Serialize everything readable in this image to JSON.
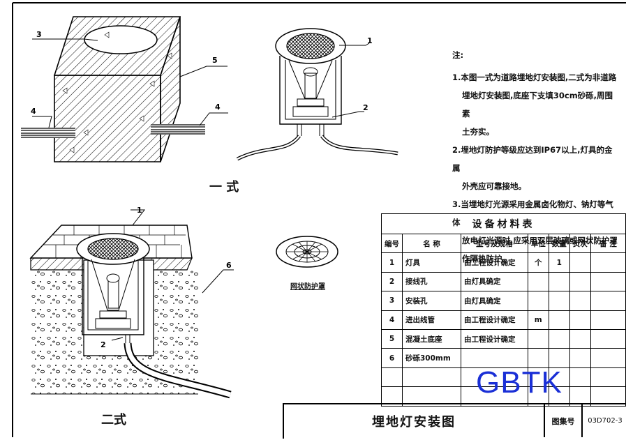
{
  "callouts": {
    "top": [
      "3",
      "5",
      "4",
      "4",
      "1",
      "2"
    ],
    "bottom": [
      "1",
      "6",
      "2"
    ]
  },
  "labels": {
    "type_one": "一 式",
    "type_two": "二式",
    "mesh_guard": "网状防护罩"
  },
  "notes": {
    "heading": "注:",
    "lines": [
      "1.本图一式为道路埋地灯安装图,二式为非道路",
      "埋地灯安装图,底座下支填30cm砂砾,周围素",
      "土夯实。",
      "2.埋地灯防护等级应达到IP67以上,灯具的金属",
      "外壳应可靠接地。",
      "3.当埋地灯光源采用金属卤化物灯、钠灯等气体",
      "放电灯光源时,应采用双层玻璃或网状防护罩",
      "作隔热防护。"
    ]
  },
  "table": {
    "title": "设备材料表",
    "headers": [
      "编号",
      "名 称",
      "型号及规格",
      "单位",
      "数量",
      "页次",
      "备 注"
    ],
    "rows": [
      [
        "1",
        "灯具",
        "由工程设计确定",
        "个",
        "1",
        "",
        ""
      ],
      [
        "2",
        "接线孔",
        "由灯具确定",
        "",
        "",
        "",
        ""
      ],
      [
        "3",
        "安装孔",
        "由灯具确定",
        "",
        "",
        "",
        ""
      ],
      [
        "4",
        "进出线管",
        "由工程设计确定",
        "m",
        "",
        "",
        ""
      ],
      [
        "5",
        "混凝土底座",
        "由工程设计确定",
        "",
        "",
        "",
        ""
      ],
      [
        "6",
        "砂砾300mm",
        "",
        "",
        "",
        "",
        ""
      ],
      [
        "",
        "",
        "",
        "",
        "",
        "",
        ""
      ],
      [
        "",
        "",
        "",
        "",
        "",
        "",
        ""
      ]
    ]
  },
  "title_block": {
    "title": "埋地灯安装图",
    "atlas_label": "图集号",
    "atlas_no": "03D702-3"
  },
  "watermark": "GBTK"
}
